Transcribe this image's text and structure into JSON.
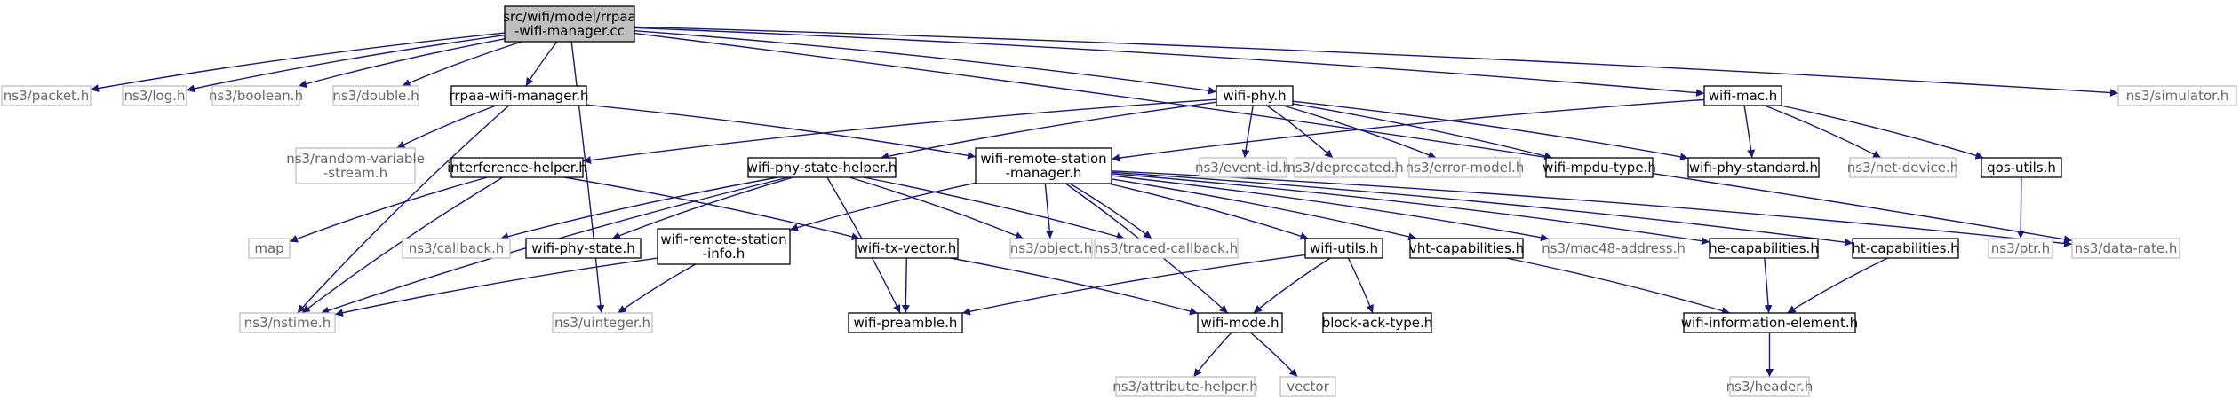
{
  "colors": {
    "edge": "#191970",
    "root_fill": "#bfbfbf",
    "root_border": "#000000",
    "documented_border": "#000000",
    "external_border": "#bfbfbf",
    "external_text": "#666666",
    "text": "#000000",
    "node_fill": "#ffffff"
  },
  "nodes": [
    {
      "id": "root",
      "kind": "root",
      "lines": [
        "src/wifi/model/rrpaa",
        "-wifi-manager.cc"
      ]
    },
    {
      "id": "packet",
      "kind": "external",
      "lines": [
        "ns3/packet.h"
      ]
    },
    {
      "id": "log",
      "kind": "external",
      "lines": [
        "ns3/log.h"
      ]
    },
    {
      "id": "boolean",
      "kind": "external",
      "lines": [
        "ns3/boolean.h"
      ]
    },
    {
      "id": "double",
      "kind": "external",
      "lines": [
        "ns3/double.h"
      ]
    },
    {
      "id": "rrpaa",
      "kind": "doc",
      "lines": [
        "rrpaa-wifi-manager.h"
      ]
    },
    {
      "id": "wifiphy",
      "kind": "doc",
      "lines": [
        "wifi-phy.h"
      ]
    },
    {
      "id": "wifimac",
      "kind": "doc",
      "lines": [
        "wifi-mac.h"
      ]
    },
    {
      "id": "simulator",
      "kind": "external",
      "lines": [
        "ns3/simulator.h"
      ]
    },
    {
      "id": "randomvar",
      "kind": "external",
      "lines": [
        "ns3/random-variable",
        "-stream.h"
      ]
    },
    {
      "id": "interference",
      "kind": "doc",
      "lines": [
        "interference-helper.h"
      ]
    },
    {
      "id": "phystatehelper",
      "kind": "doc",
      "lines": [
        "wifi-phy-state-helper.h"
      ]
    },
    {
      "id": "remotemanager",
      "kind": "doc",
      "lines": [
        "wifi-remote-station",
        "-manager.h"
      ]
    },
    {
      "id": "eventid",
      "kind": "external",
      "lines": [
        "ns3/event-id.h"
      ]
    },
    {
      "id": "deprecated",
      "kind": "external",
      "lines": [
        "ns3/deprecated.h"
      ]
    },
    {
      "id": "errormodel",
      "kind": "external",
      "lines": [
        "ns3/error-model.h"
      ]
    },
    {
      "id": "mpdutype",
      "kind": "doc",
      "lines": [
        "wifi-mpdu-type.h"
      ]
    },
    {
      "id": "phystandard",
      "kind": "doc",
      "lines": [
        "wifi-phy-standard.h"
      ]
    },
    {
      "id": "netdevice",
      "kind": "external",
      "lines": [
        "ns3/net-device.h"
      ]
    },
    {
      "id": "qosutils",
      "kind": "doc",
      "lines": [
        "qos-utils.h"
      ]
    },
    {
      "id": "map",
      "kind": "external",
      "lines": [
        "map"
      ]
    },
    {
      "id": "callback",
      "kind": "external",
      "lines": [
        "ns3/callback.h"
      ]
    },
    {
      "id": "phystate",
      "kind": "doc",
      "lines": [
        "wifi-phy-state.h"
      ]
    },
    {
      "id": "remoteinfo",
      "kind": "doc",
      "lines": [
        "wifi-remote-station",
        "-info.h"
      ]
    },
    {
      "id": "txvector",
      "kind": "doc",
      "lines": [
        "wifi-tx-vector.h"
      ]
    },
    {
      "id": "object",
      "kind": "external",
      "lines": [
        "ns3/object.h"
      ]
    },
    {
      "id": "tracedcallback",
      "kind": "external",
      "lines": [
        "ns3/traced-callback.h"
      ]
    },
    {
      "id": "wifiutils",
      "kind": "doc",
      "lines": [
        "wifi-utils.h"
      ]
    },
    {
      "id": "vhtcap",
      "kind": "doc",
      "lines": [
        "vht-capabilities.h"
      ]
    },
    {
      "id": "mac48",
      "kind": "external",
      "lines": [
        "ns3/mac48-address.h"
      ]
    },
    {
      "id": "hecap",
      "kind": "doc",
      "lines": [
        "he-capabilities.h"
      ]
    },
    {
      "id": "htcap",
      "kind": "doc",
      "lines": [
        "ht-capabilities.h"
      ]
    },
    {
      "id": "ptr",
      "kind": "external",
      "lines": [
        "ns3/ptr.h"
      ]
    },
    {
      "id": "datarate",
      "kind": "external",
      "lines": [
        "ns3/data-rate.h"
      ]
    },
    {
      "id": "nstime",
      "kind": "external",
      "lines": [
        "ns3/nstime.h"
      ]
    },
    {
      "id": "uinteger",
      "kind": "external",
      "lines": [
        "ns3/uinteger.h"
      ]
    },
    {
      "id": "preamble",
      "kind": "doc",
      "lines": [
        "wifi-preamble.h"
      ]
    },
    {
      "id": "wifimode",
      "kind": "doc",
      "lines": [
        "wifi-mode.h"
      ]
    },
    {
      "id": "blockack",
      "kind": "doc",
      "lines": [
        "block-ack-type.h"
      ]
    },
    {
      "id": "infoelement",
      "kind": "doc",
      "lines": [
        "wifi-information-element.h"
      ]
    },
    {
      "id": "attrhelper",
      "kind": "external",
      "lines": [
        "ns3/attribute-helper.h"
      ]
    },
    {
      "id": "vector",
      "kind": "external",
      "lines": [
        "vector"
      ]
    },
    {
      "id": "header",
      "kind": "external",
      "lines": [
        "ns3/header.h"
      ]
    }
  ],
  "edges": [
    [
      "root",
      "packet"
    ],
    [
      "root",
      "log"
    ],
    [
      "root",
      "boolean"
    ],
    [
      "root",
      "double"
    ],
    [
      "root",
      "rrpaa"
    ],
    [
      "root",
      "wifiphy"
    ],
    [
      "root",
      "wifimac"
    ],
    [
      "root",
      "simulator"
    ],
    [
      "root",
      "datarate"
    ],
    [
      "root",
      "uinteger"
    ],
    [
      "rrpaa",
      "remotemanager"
    ],
    [
      "rrpaa",
      "randomvar"
    ],
    [
      "rrpaa",
      "nstime"
    ],
    [
      "wifiphy",
      "interference"
    ],
    [
      "wifiphy",
      "phystatehelper"
    ],
    [
      "wifiphy",
      "eventid"
    ],
    [
      "wifiphy",
      "deprecated"
    ],
    [
      "wifiphy",
      "errormodel"
    ],
    [
      "wifiphy",
      "mpdutype"
    ],
    [
      "wifiphy",
      "phystandard"
    ],
    [
      "wifimac",
      "remotemanager"
    ],
    [
      "wifimac",
      "phystandard"
    ],
    [
      "wifimac",
      "netdevice"
    ],
    [
      "wifimac",
      "qosutils"
    ],
    [
      "interference",
      "map"
    ],
    [
      "interference",
      "nstime"
    ],
    [
      "interference",
      "txvector"
    ],
    [
      "phystatehelper",
      "callback"
    ],
    [
      "phystatehelper",
      "phystate"
    ],
    [
      "phystatehelper",
      "object"
    ],
    [
      "phystatehelper",
      "tracedcallback"
    ],
    [
      "phystatehelper",
      "nstime"
    ],
    [
      "phystatehelper",
      "preamble"
    ],
    [
      "remotemanager",
      "remoteinfo"
    ],
    [
      "remotemanager",
      "object"
    ],
    [
      "remotemanager",
      "tracedcallback"
    ],
    [
      "remotemanager",
      "wifiutils"
    ],
    [
      "remotemanager",
      "vhtcap"
    ],
    [
      "remotemanager",
      "mac48"
    ],
    [
      "remotemanager",
      "hecap"
    ],
    [
      "remotemanager",
      "htcap"
    ],
    [
      "remotemanager",
      "datarate"
    ],
    [
      "remotemanager",
      "wifimode"
    ],
    [
      "qosutils",
      "ptr"
    ],
    [
      "remoteinfo",
      "nstime"
    ],
    [
      "remoteinfo",
      "uinteger"
    ],
    [
      "txvector",
      "preamble"
    ],
    [
      "txvector",
      "wifimode"
    ],
    [
      "wifiutils",
      "preamble"
    ],
    [
      "wifiutils",
      "wifimode"
    ],
    [
      "wifiutils",
      "blockack"
    ],
    [
      "vhtcap",
      "infoelement"
    ],
    [
      "hecap",
      "infoelement"
    ],
    [
      "htcap",
      "infoelement"
    ],
    [
      "wifimode",
      "attrhelper"
    ],
    [
      "wifimode",
      "vector"
    ],
    [
      "infoelement",
      "header"
    ]
  ]
}
